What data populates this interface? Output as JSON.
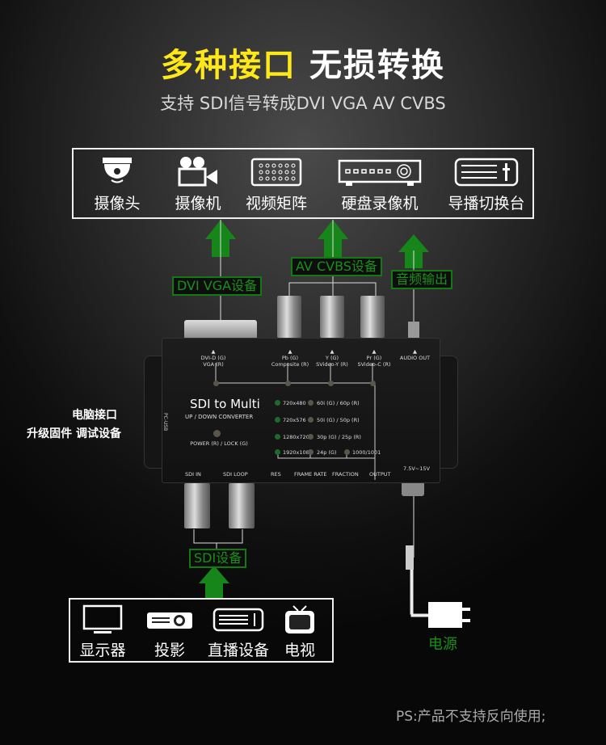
{
  "header": {
    "title_highlight": "多种接口",
    "title_rest": " 无损转换",
    "subtitle": "支持 SDI信号转成DVI VGA AV CVBS"
  },
  "output_devices": [
    {
      "label": "摄像头",
      "icon": "dome-camera-icon"
    },
    {
      "label": "摄像机",
      "icon": "video-camera-icon"
    },
    {
      "label": "视频矩阵",
      "icon": "video-matrix-icon"
    },
    {
      "label": "硬盘录像机",
      "icon": "dvr-icon"
    },
    {
      "label": "导播切换台",
      "icon": "switcher-icon"
    }
  ],
  "labels": {
    "dvi_vga": "DVI VGA设备",
    "av_cvbs": "AV CVBS设备",
    "audio_out": "音频输出",
    "sdi": "SDI设备",
    "power": "电源",
    "pc_port": "电脑接口",
    "pc_port_desc": "升级固件 调试设备",
    "note": "PS:产品不支持反向使用;"
  },
  "device": {
    "name": "SDI to Multi",
    "subtitle": "UP / DOWN CONVERTER",
    "pc_usb": "PC-USB",
    "power_lock": "POWER (R) / LOCK (G)",
    "ports_top": [
      {
        "l1": "DVI-D (G)",
        "l2": "VGA (R)"
      },
      {
        "l1": "Pb (G)",
        "l2": "Composite (R)"
      },
      {
        "l1": "Y (G)",
        "l2": "SVideo-Y (R)"
      },
      {
        "l1": "Pr (G)",
        "l2": "SVideo-C (R)"
      },
      {
        "l1": "AUDIO OUT",
        "l2": ""
      }
    ],
    "resolutions": [
      "720x480",
      "720x576",
      "1280x720",
      "1920x1080"
    ],
    "frame_rates": [
      "60i (G) / 60p (R)",
      "50i (G) / 50p (R)",
      "30p (G) / 25p (R)",
      "24p (G)"
    ],
    "fraction": "1000/1001",
    "ports_bottom": [
      "SDI IN",
      "SDI LOOP",
      "RES",
      "FRAME RATE",
      "FRACTION",
      "OUTPUT",
      "7.5V~15V"
    ]
  },
  "input_devices": [
    {
      "label": "显示器",
      "icon": "monitor-icon"
    },
    {
      "label": "投影",
      "icon": "projector-icon"
    },
    {
      "label": "直播设备",
      "icon": "broadcast-device-icon"
    },
    {
      "label": "电视",
      "icon": "tv-icon"
    }
  ],
  "colors": {
    "highlight": "#ffe81a",
    "green": "#1b8f1b"
  }
}
